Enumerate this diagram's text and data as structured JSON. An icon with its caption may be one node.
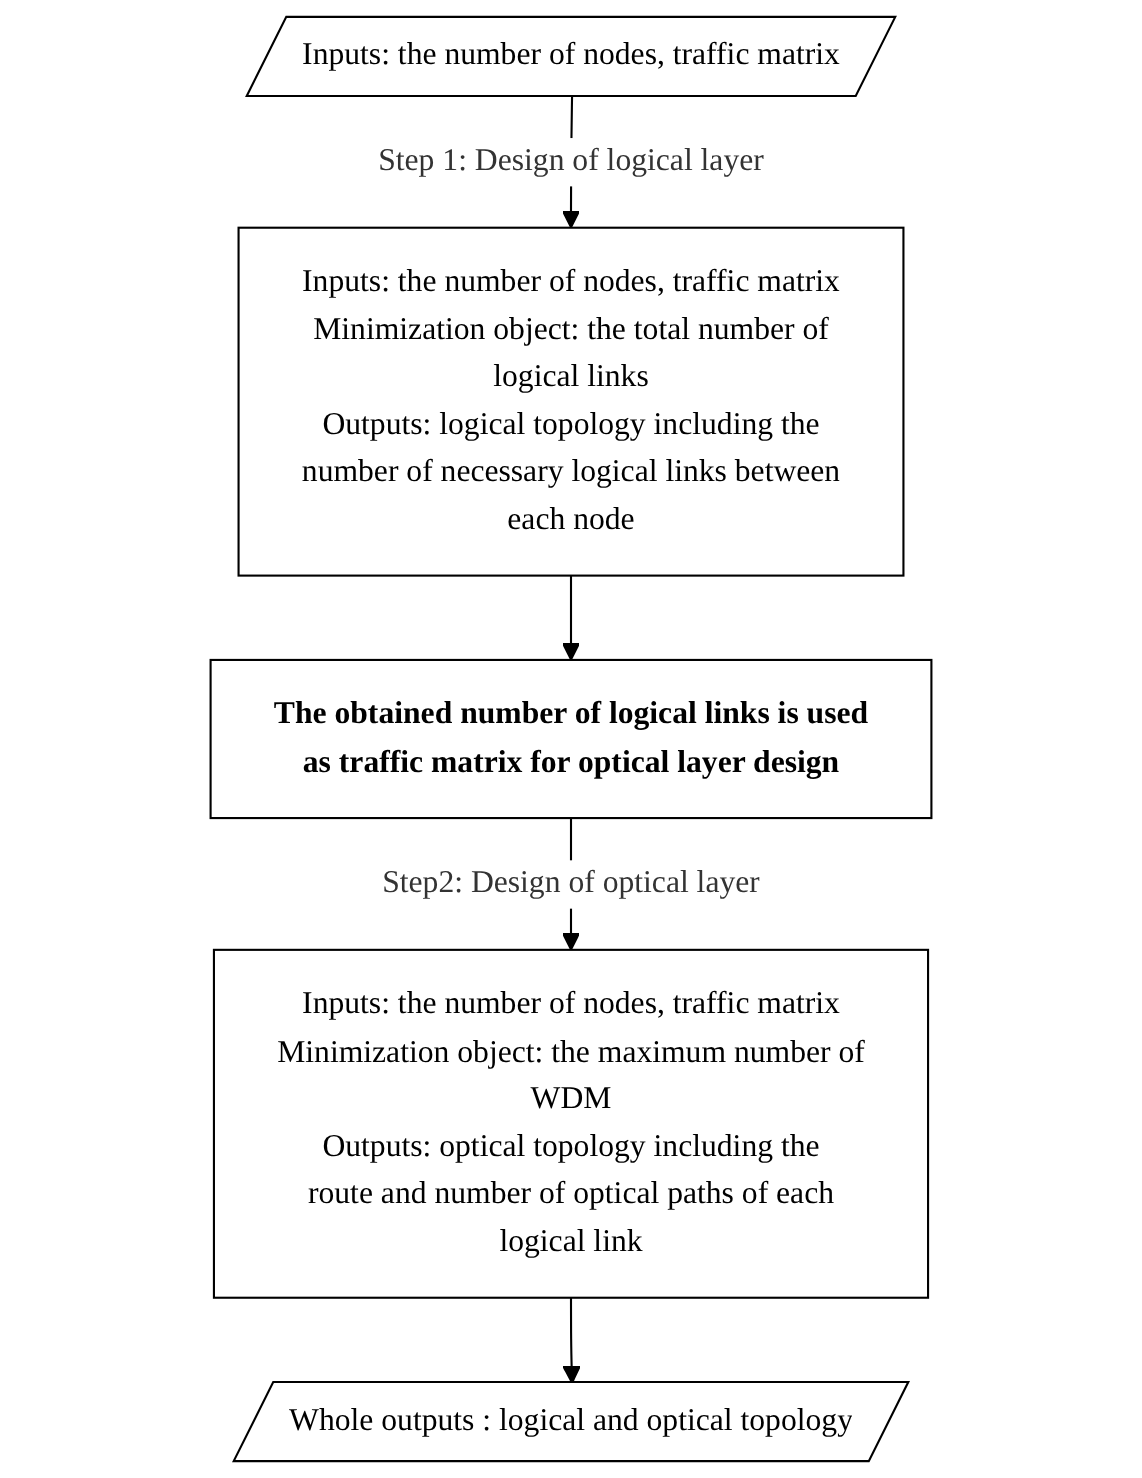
{
  "diagram": {
    "nodes": [
      {
        "text": [
          "Inputs: the number of nodes, traffic matrix"
        ]
      },
      {
        "text": [
          "Inputs: the number of nodes, traffic matrix",
          "Minimization object: the total number of logical links",
          "Outputs: logical topology including the number of necessary logical links between each node"
        ]
      },
      {
        "text": [
          "The obtained number of logical links is used as traffic matrix for optical layer design"
        ]
      },
      {
        "text": [
          "Inputs: the number of nodes, traffic matrix",
          "Minimization object: the maximum number of WDM",
          "Outputs: optical topology including the route and number of optical paths of each logical link"
        ]
      },
      {
        "text": [
          "Whole outputs : logical and optical topology"
        ]
      }
    ],
    "edges": [
      {
        "from": 0,
        "to": 1,
        "arrow": "to",
        "label": "Step 1: Design of logical layer"
      },
      {
        "from": 1,
        "to": 2,
        "arrow": "to"
      },
      {
        "from": 2,
        "to": 3,
        "arrow": "to",
        "label": "Step2: Design of optical layer"
      },
      {
        "from": 3,
        "to": 4,
        "arrow": "to"
      }
    ]
  }
}
